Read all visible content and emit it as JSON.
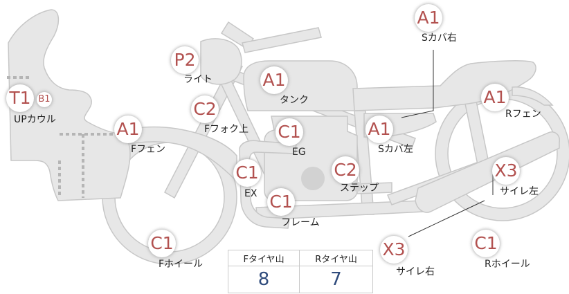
{
  "colors": {
    "body": "#e7e7e7",
    "outline": "#c7c7c7",
    "dots": "#b5b5b5",
    "grade": "#b2514f",
    "value": "#2f4b7c"
  },
  "parts": {
    "upper_cowl": {
      "grade": "T1",
      "sub_grade": "B1",
      "label": "UPカウル"
    },
    "light": {
      "grade": "P2",
      "label": "ライト"
    },
    "tank": {
      "grade": "A1",
      "label": "タンク"
    },
    "side_cover_right": {
      "grade": "A1",
      "label": "Sカバ右"
    },
    "rear_fender": {
      "grade": "A1",
      "label": "Rフェン"
    },
    "front_fender": {
      "grade": "A1",
      "label": "Fフェン"
    },
    "fork_upper": {
      "grade": "C2",
      "label": "Fフォク上"
    },
    "engine": {
      "grade": "C1",
      "label": "EG"
    },
    "side_cover_left": {
      "grade": "A1",
      "label": "Sカバ左"
    },
    "exhaust": {
      "grade": "C1",
      "label": "EX"
    },
    "step": {
      "grade": "C2",
      "label": "ステップ"
    },
    "muffler_left": {
      "grade": "X3",
      "label": "サイレ左"
    },
    "frame": {
      "grade": "C1",
      "label": "フレーム"
    },
    "front_wheel": {
      "grade": "C1",
      "label": "Fホイール"
    },
    "muffler_right": {
      "grade": "X3",
      "label": "サイレ右"
    },
    "rear_wheel": {
      "grade": "C1",
      "label": "Rホイール"
    }
  },
  "tread": {
    "front_header": "Fタイヤ山",
    "rear_header": "Rタイヤ山",
    "front_value": "8",
    "rear_value": "7"
  }
}
